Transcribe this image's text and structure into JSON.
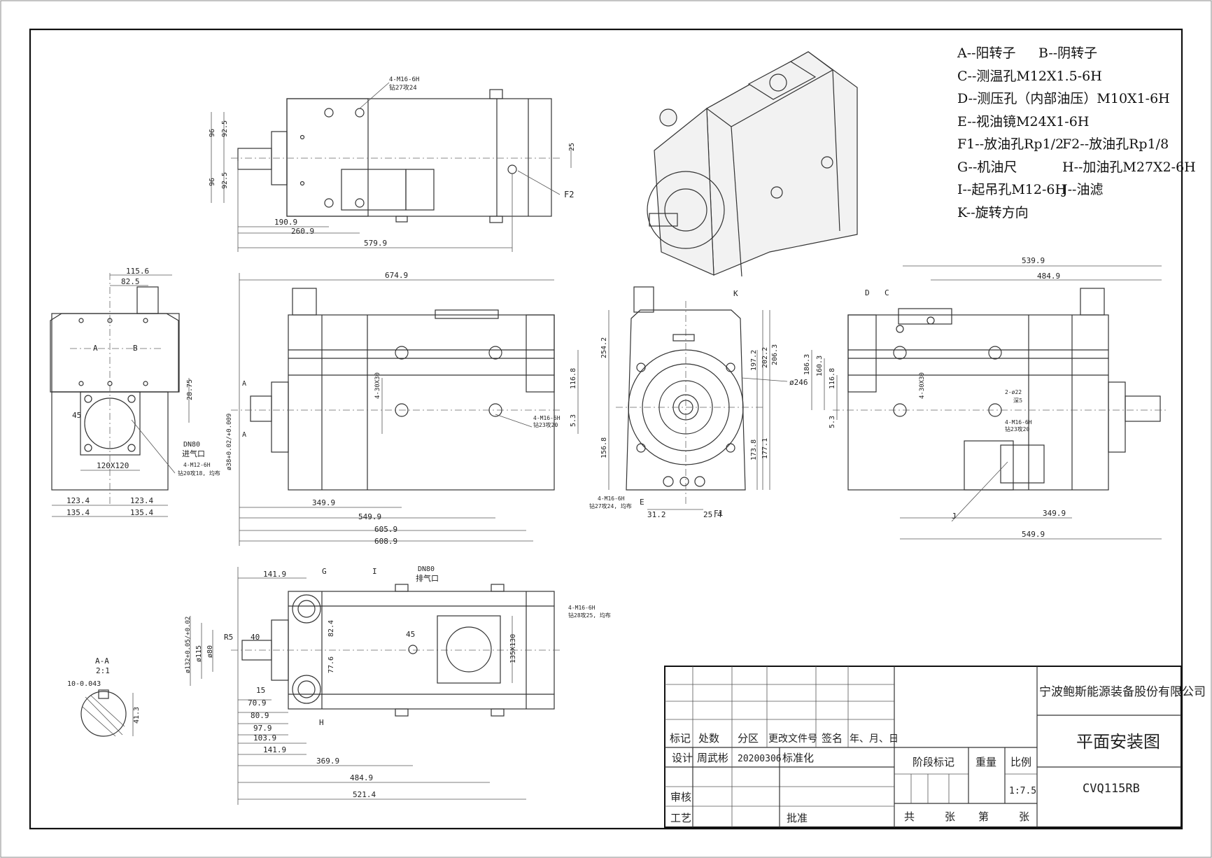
{
  "legend": {
    "rows": [
      [
        "A--阳转子",
        "B--阴转子"
      ],
      [
        "C--测温孔M12X1.5-6H",
        ""
      ],
      [
        "D--测压孔（内部油压）M10X1-6H",
        ""
      ],
      [
        "E--视油镜M24X1-6H",
        ""
      ],
      [
        "F1--放油孔Rp1/2",
        "F2--放油孔Rp1/8"
      ],
      [
        "G--机油尺",
        "H--加油孔M27X2-6H"
      ],
      [
        "I--起吊孔M12-6H",
        "J--油滤"
      ],
      [
        "K--旋转方向",
        ""
      ]
    ]
  },
  "top_view": {
    "dims": [
      "96",
      "92.5",
      "96",
      "92.5",
      "190.9",
      "260.9",
      "579.9",
      "25"
    ],
    "labels": [
      "4-M16-6H",
      "钻27攻24",
      "F2"
    ]
  },
  "left_view": {
    "dims": [
      "115.6",
      "82.5",
      "28.75",
      "123.4",
      "123.4",
      "135.4",
      "135.4",
      "45",
      "120X120"
    ],
    "labels": [
      "A",
      "B",
      "DN80",
      "进气口",
      "4-M12-6H",
      "钻20攻18, 均布",
      "ø38+0.02/+0.009"
    ]
  },
  "front_view": {
    "dims": [
      "674.9",
      "349.9",
      "549.9",
      "605.9",
      "608.9",
      "116.8",
      "5.3",
      "4-30X30"
    ],
    "labels": [
      "A",
      "A",
      "4-M16-6H",
      "钻23攻20"
    ]
  },
  "end_view": {
    "dims": [
      "254.2",
      "197.2",
      "202.2",
      "206.3",
      "156.8",
      "173.8",
      "177.1",
      "31.2",
      "25.4",
      "ø246"
    ],
    "labels": [
      "K",
      "E",
      "F1",
      "4-M16-6H",
      "钻27攻24, 均布"
    ]
  },
  "right_view": {
    "dims": [
      "539.9",
      "484.9",
      "186.3",
      "160.3",
      "116.8",
      "5.3",
      "4-30X30",
      "349.9",
      "549.9"
    ],
    "labels": [
      "D",
      "C",
      "J",
      "2-ø22",
      "深5",
      "4-M16-6H",
      "钻23攻20"
    ]
  },
  "bottom_view": {
    "dims": [
      "141.9",
      "15",
      "70.9",
      "80.9",
      "97.9",
      "103.9",
      "141.9",
      "369.9",
      "484.9",
      "521.4",
      "82.4",
      "77.6",
      "135X130",
      "45",
      "40",
      "R5",
      "ø80",
      "ø115",
      "ø132+0.05/+0.02"
    ],
    "labels": [
      "G",
      "I",
      "H",
      "DN80",
      "排气口",
      "4-M16-6H",
      "钻28攻25, 均布"
    ]
  },
  "section_aa": {
    "title": "A-A",
    "scale": "2:1",
    "dims": [
      "10-0.043",
      "41.3"
    ]
  },
  "title_block": {
    "company": "宁波鲍斯能源装备股份有限公司",
    "drawing_title": "平面安装图",
    "model": "CVQ115RB",
    "headers": [
      "标记",
      "处数",
      "分区",
      "更改文件号",
      "签名",
      "年、月、日"
    ],
    "design_label": "设计",
    "designer": "周武彬",
    "date": "20200306",
    "standard_label": "标准化",
    "stage_label": "阶段标记",
    "weight_label": "重量",
    "scale_label": "比例",
    "scale_value": "1:7.5",
    "review_label": "审核",
    "process_label": "工艺",
    "approve_label": "批准",
    "sheet_labels": [
      "共",
      "张",
      "第",
      "张"
    ]
  }
}
